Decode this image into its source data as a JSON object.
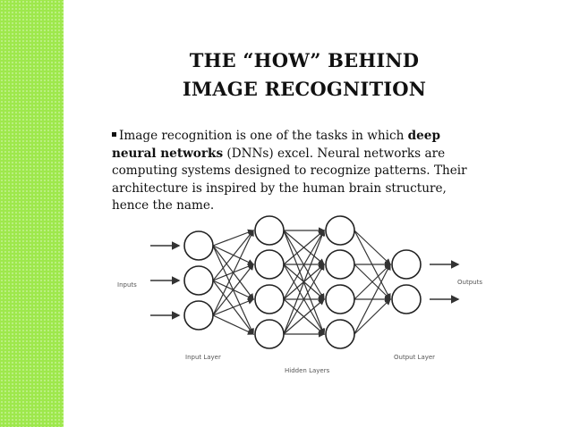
{
  "title": {
    "line1": "THE “HOW” BEHIND",
    "line2": "IMAGE RECOGNITION"
  },
  "body": {
    "line1_pre": "Image recognition is one of the tasks in which ",
    "line1_bold": "deep",
    "line2_bold": "neural networks",
    "line2_post": " (DNNs) excel. Neural networks are",
    "line3": "computing systems designed to recognize patterns. Their",
    "line4": "architecture is inspired by the human brain structure,",
    "line5": "hence the name."
  },
  "diagram": {
    "inputs_label": "Inputs",
    "outputs_label": "Outputs",
    "input_layer_label": "Input Layer",
    "hidden_layers_label": "Hidden Layers",
    "output_layer_label": "Output Layer",
    "layers": [
      3,
      4,
      4,
      2
    ],
    "input_arrows": 3,
    "output_arrows": 2
  }
}
